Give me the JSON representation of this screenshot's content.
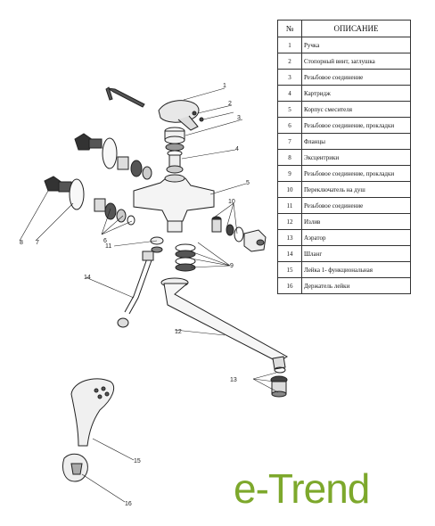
{
  "table": {
    "header_num": "№",
    "header_desc": "ОПИСАНИЕ",
    "rows": [
      {
        "num": "1",
        "desc": "Ручка"
      },
      {
        "num": "2",
        "desc": "Стопорный винт, заглушка"
      },
      {
        "num": "3",
        "desc": "Резьбовое соединение"
      },
      {
        "num": "4",
        "desc": "Картридж"
      },
      {
        "num": "5",
        "desc": "Корпус смесителя"
      },
      {
        "num": "6",
        "desc": "Резьбовое соединение, прокладки"
      },
      {
        "num": "7",
        "desc": "Фланцы"
      },
      {
        "num": "8",
        "desc": "Эксцентрики"
      },
      {
        "num": "9",
        "desc": "Резьбовое соединение, прокладки"
      },
      {
        "num": "10",
        "desc": "Переключатель на душ"
      },
      {
        "num": "11",
        "desc": "Резьбовое соединение"
      },
      {
        "num": "12",
        "desc": "Излив"
      },
      {
        "num": "13",
        "desc": "Аэратор"
      },
      {
        "num": "14",
        "desc": "Шланг"
      },
      {
        "num": "15",
        "desc": "Лейка 1- функциональная"
      },
      {
        "num": "16",
        "desc": "Держатель лейки"
      }
    ]
  },
  "callouts": [
    "1",
    "2",
    "3",
    "4",
    "5",
    "6",
    "7",
    "8",
    "9",
    "10",
    "11",
    "12",
    "13",
    "14",
    "15",
    "16"
  ],
  "brand": {
    "name": "e-Trend",
    "color": "#7da82c"
  }
}
